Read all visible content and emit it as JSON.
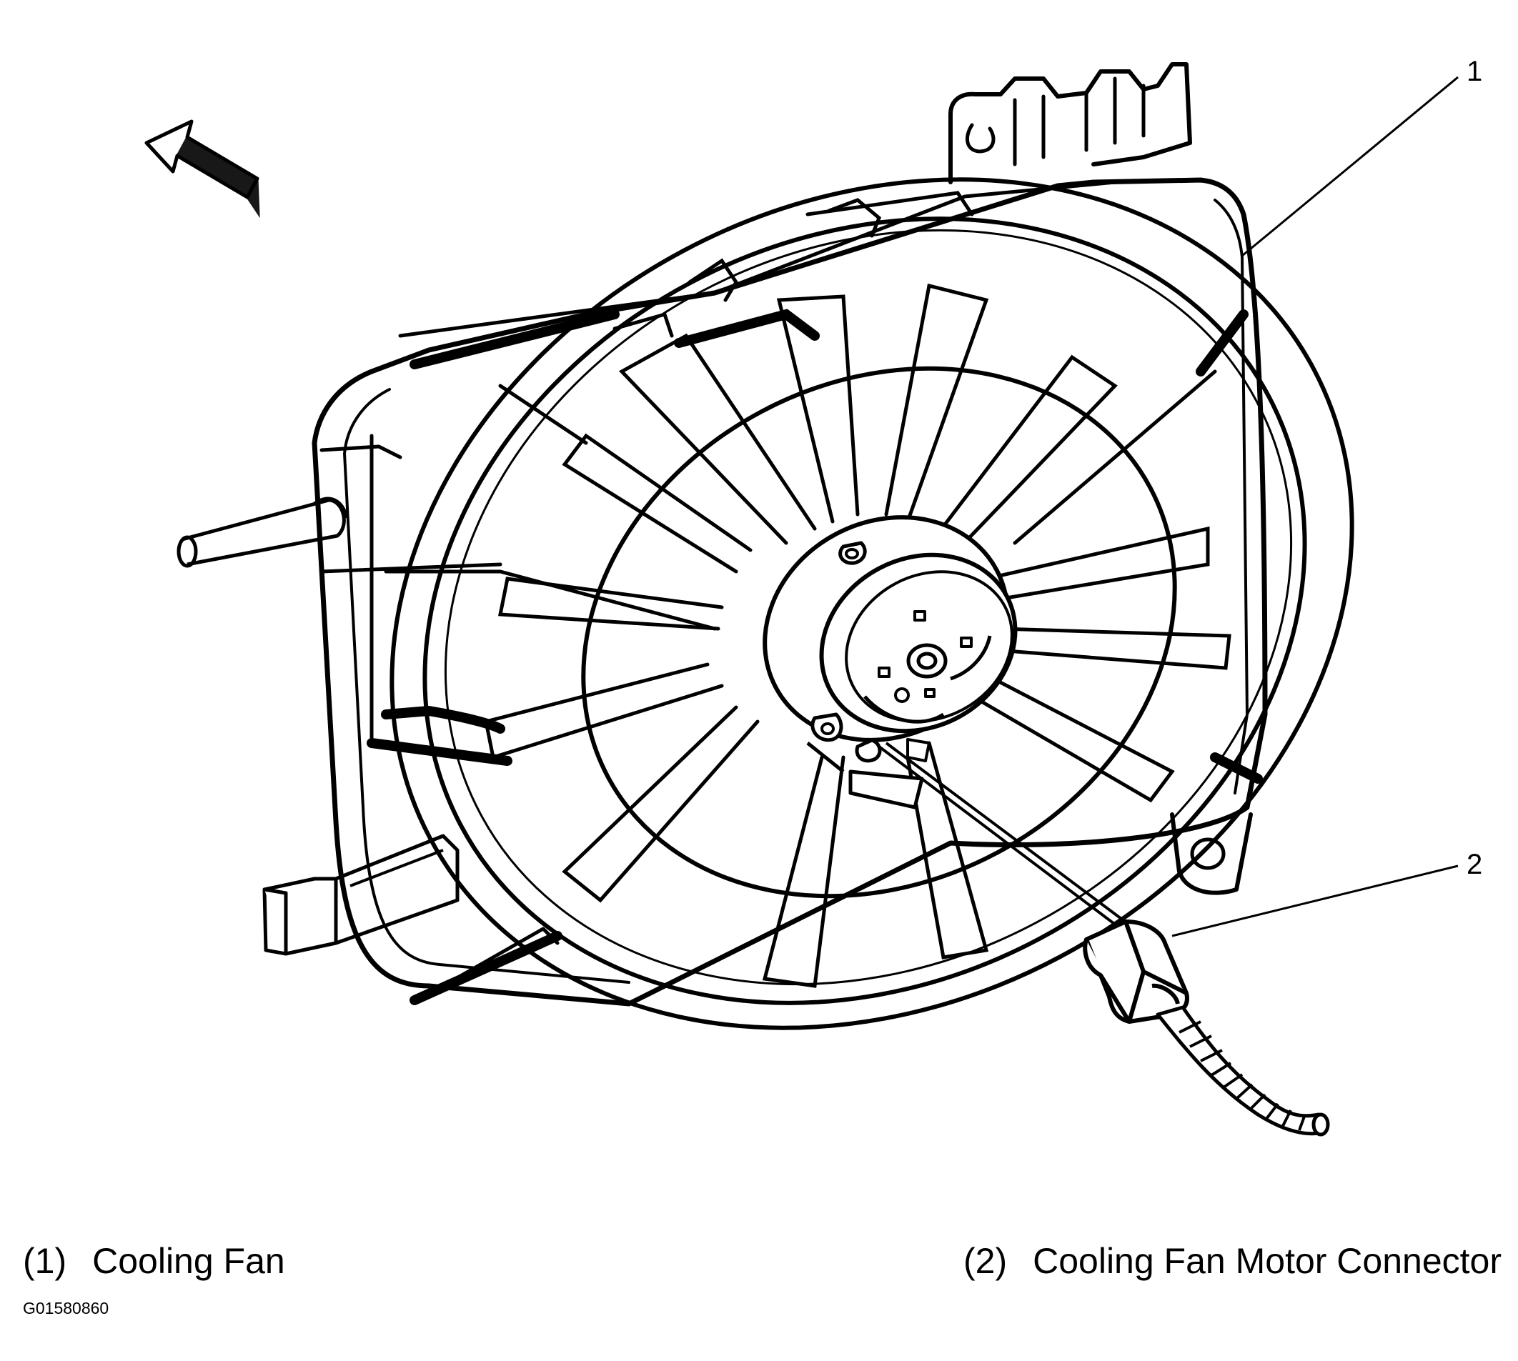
{
  "callouts": [
    {
      "number": "1"
    },
    {
      "number": "2"
    }
  ],
  "legend": [
    {
      "number": "(1)",
      "label": "Cooling Fan"
    },
    {
      "number": "(2)",
      "label": "Cooling Fan Motor Connector"
    }
  ],
  "figure_id": "G01580860",
  "icons": {
    "direction_arrow": "arrow-up-left-icon"
  },
  "colors": {
    "line": "#000000",
    "background": "#ffffff"
  }
}
